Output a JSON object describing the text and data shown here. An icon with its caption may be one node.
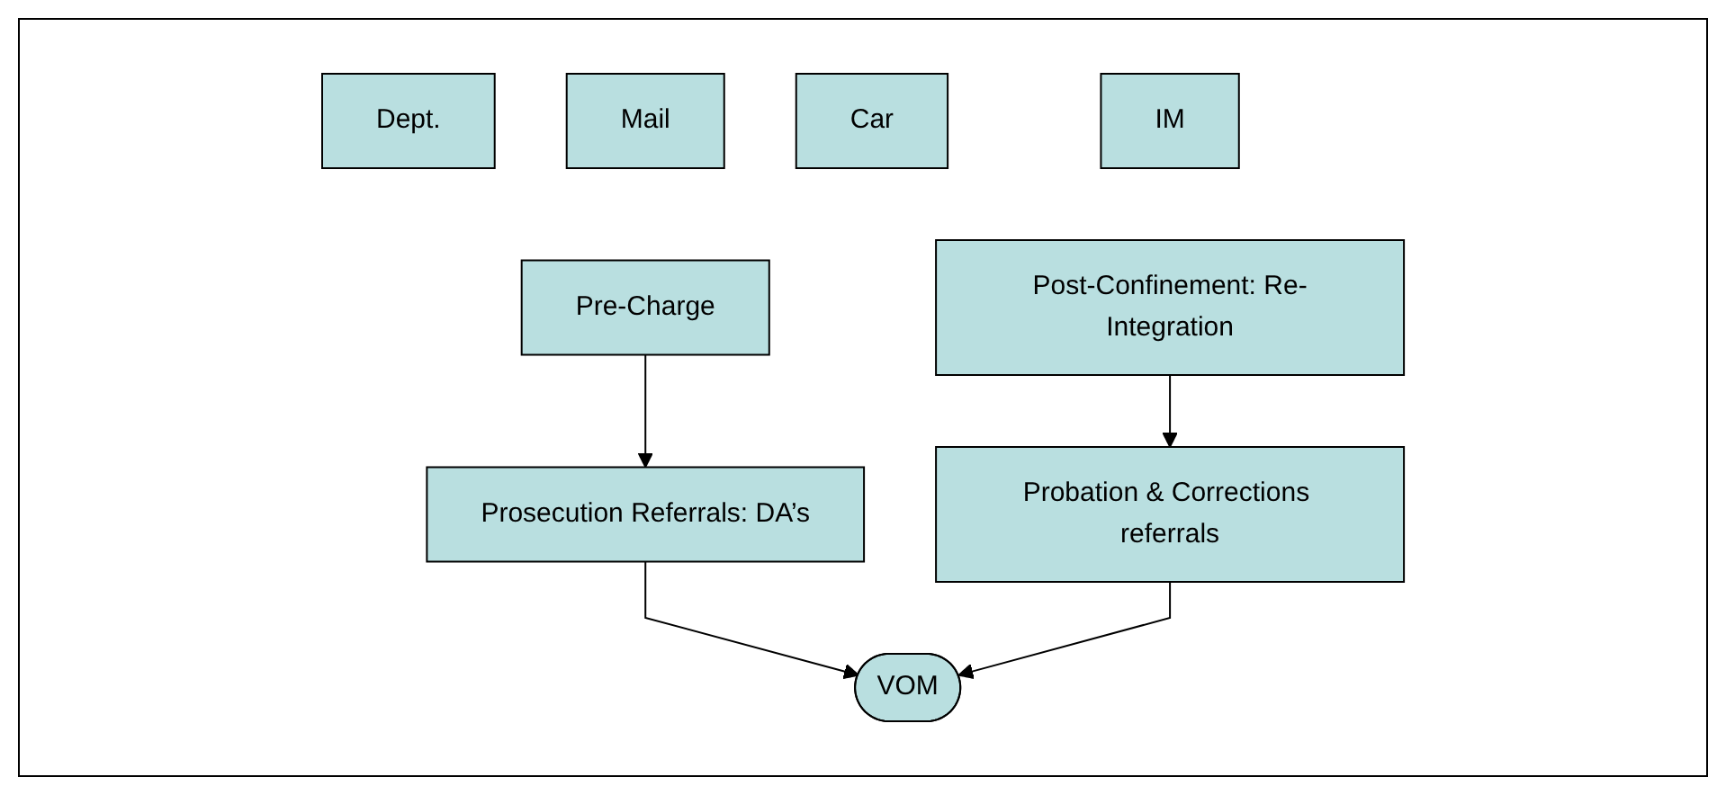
{
  "diagram": {
    "nodes": [
      {
        "text": [
          "Dept."
        ]
      },
      {
        "text": [
          "Mail"
        ]
      },
      {
        "text": [
          "Car"
        ]
      },
      {
        "text": [
          "Pre-Charge"
        ]
      },
      {
        "text": [
          "Prosecution Referrals: DA’s"
        ]
      },
      {
        "text": [
          "IM"
        ]
      },
      {
        "text": [
          "Post-Confinement: Re-Integration"
        ]
      },
      {
        "text": [
          "Probation & Corrections referrals"
        ]
      },
      {
        "text": [
          "VOM"
        ]
      }
    ],
    "edges": [
      {
        "from": 3,
        "to": 4,
        "arrow": "to"
      },
      {
        "from": 6,
        "to": 7,
        "arrow": "to"
      },
      {
        "from": 4,
        "to": 8,
        "arrow": "to"
      },
      {
        "from": 7,
        "to": 8,
        "arrow": "to"
      }
    ]
  }
}
